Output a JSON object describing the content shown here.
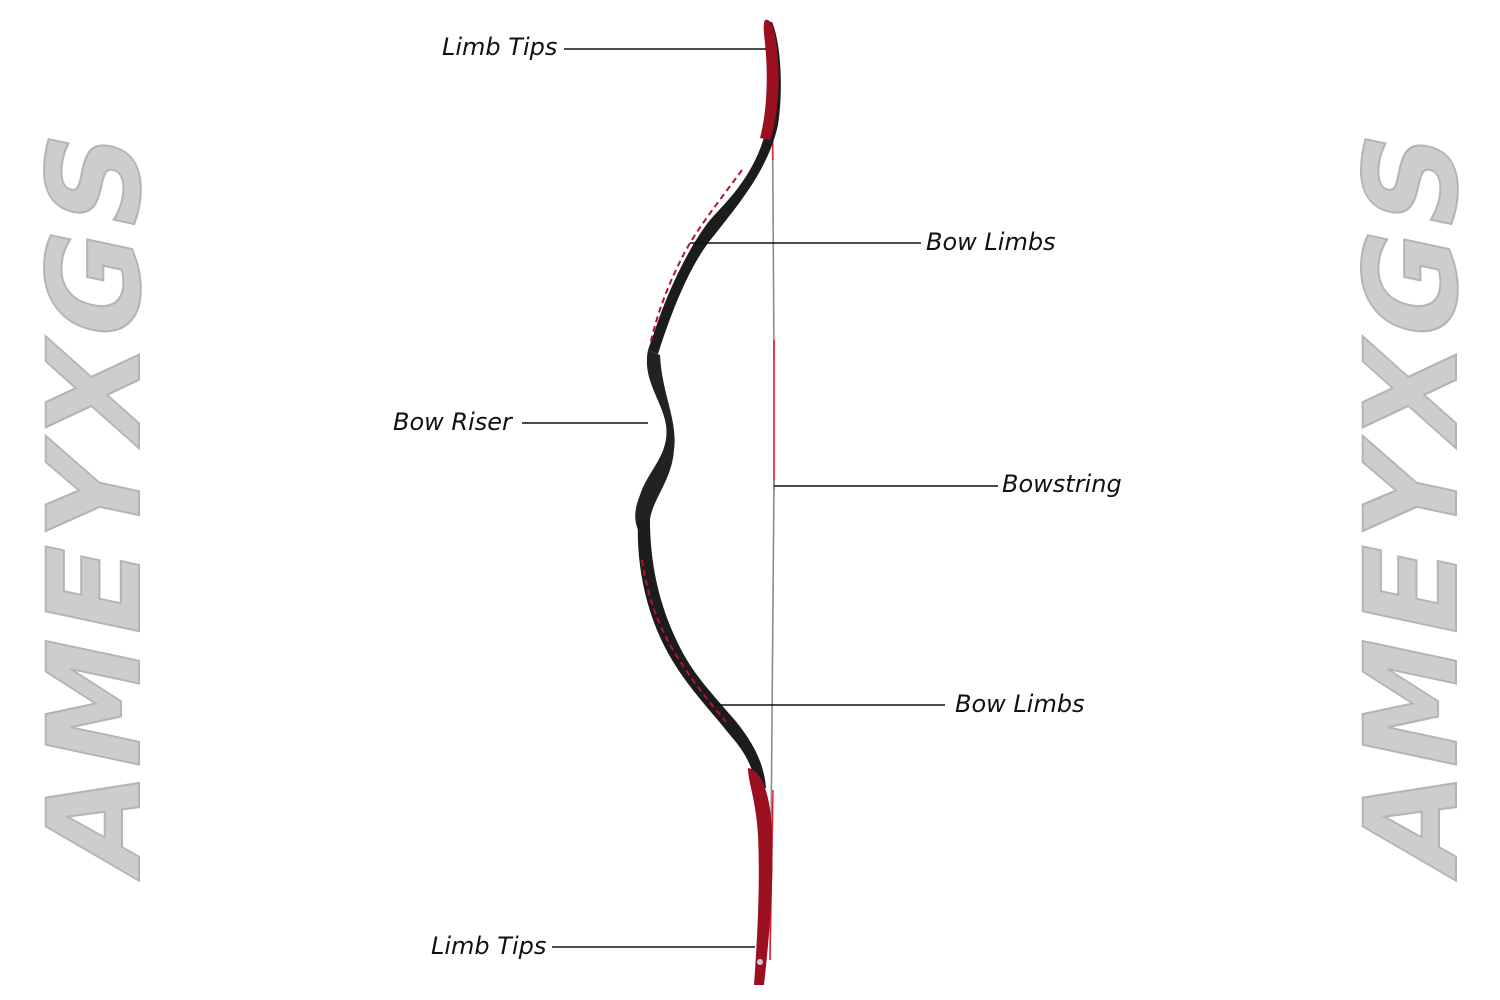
{
  "watermark": {
    "text": "AMEYXGS"
  },
  "labels": {
    "limb_tips_top": "Limb Tips",
    "bow_limbs_top": "Bow Limbs",
    "bow_riser": "Bow Riser",
    "bowstring": "Bowstring",
    "bow_limbs_bottom": "Bow Limbs",
    "limb_tips_bottom": "Limb Tips"
  },
  "colors": {
    "riser_black": "#1c1c1c",
    "limb_red": "#9b1020",
    "string_red": "#e21b2a",
    "string_gray": "#888888",
    "watermark_gray": "#cdcdcd"
  }
}
